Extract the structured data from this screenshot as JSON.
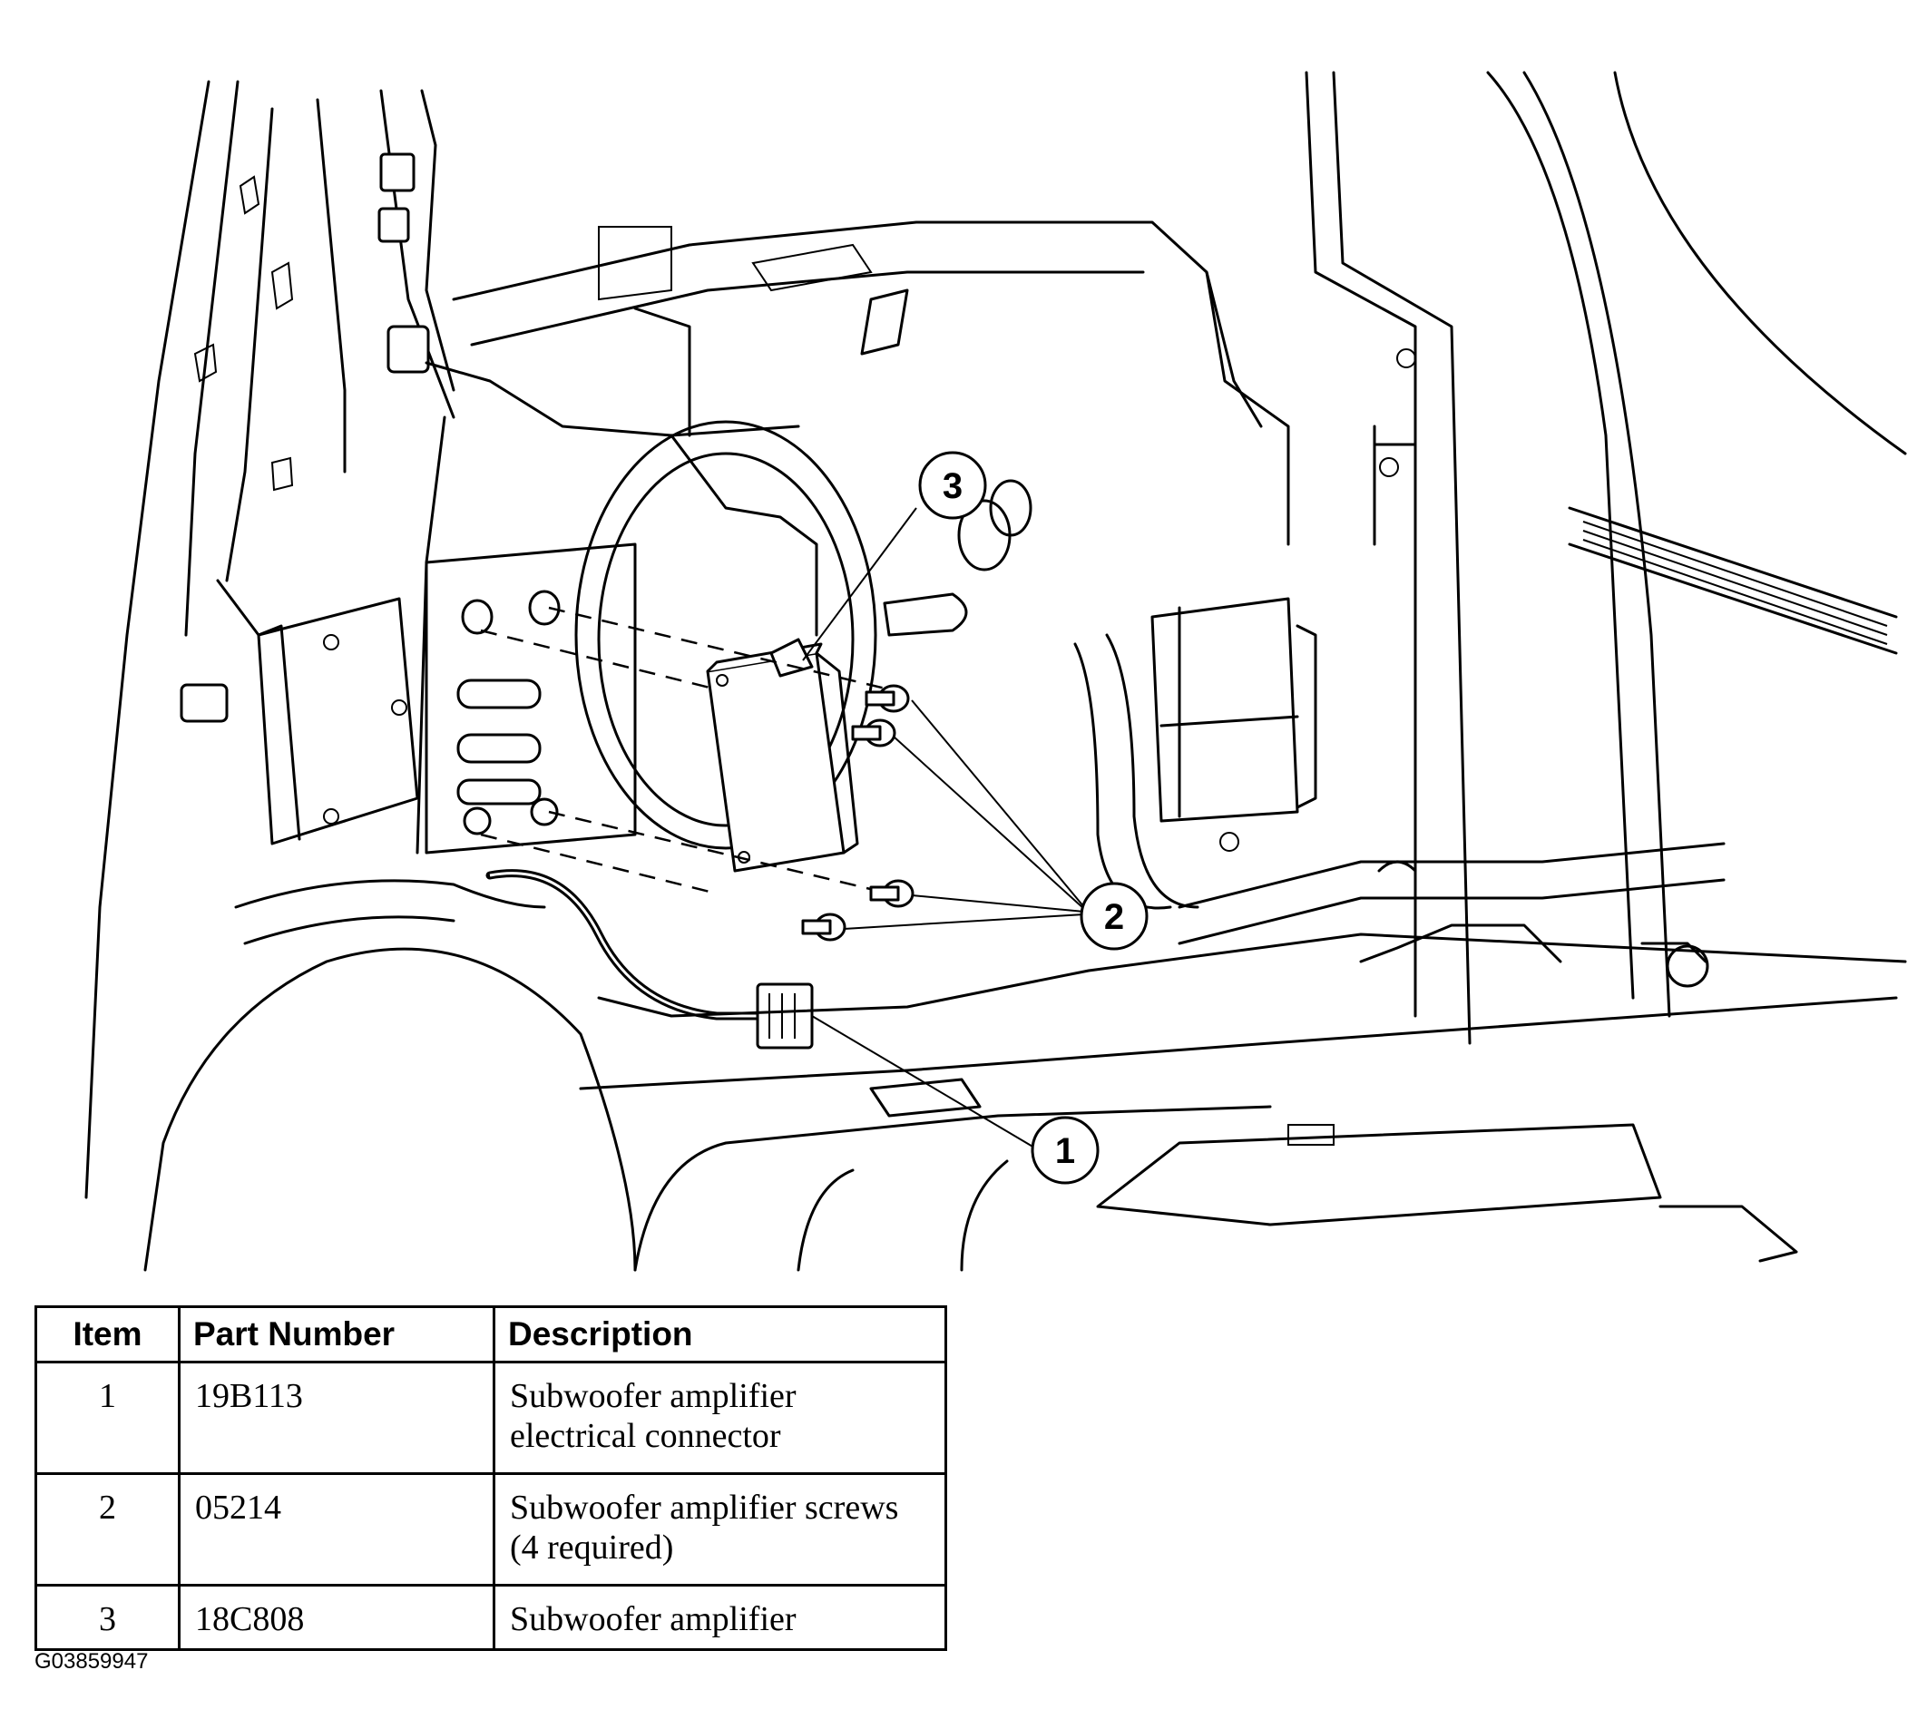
{
  "callouts": [
    {
      "number": "1"
    },
    {
      "number": "2"
    },
    {
      "number": "3"
    }
  ],
  "table": {
    "headers": {
      "item": "Item",
      "part_number": "Part Number",
      "description": "Description"
    },
    "rows": [
      {
        "item": "1",
        "part_number": "19B113",
        "description": "Subwoofer amplifier electrical connector"
      },
      {
        "item": "2",
        "part_number": "05214",
        "description": "Subwoofer amplifier screws (4 required)"
      },
      {
        "item": "3",
        "part_number": "18C808",
        "description": "Subwoofer amplifier"
      }
    ]
  },
  "figure_code": "G03859947"
}
